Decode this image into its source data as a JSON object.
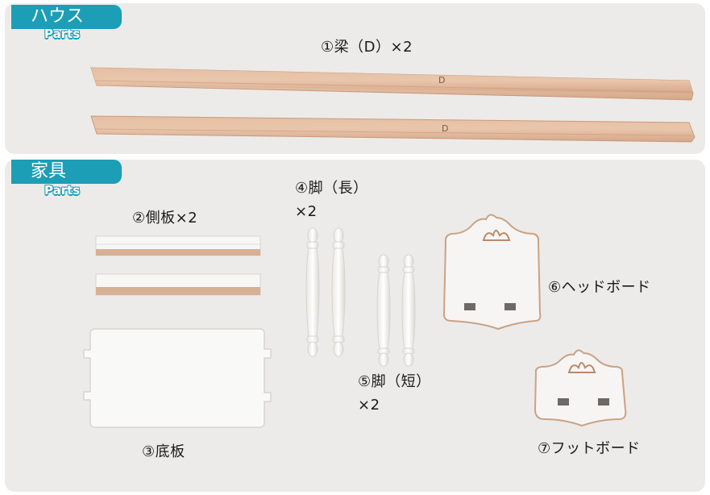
{
  "house": {
    "tab": "ハウス",
    "sub": "Parts",
    "beam_label": "①梁（D）×2",
    "beam_mark": "D"
  },
  "furniture": {
    "tab": "家具",
    "sub": "Parts",
    "side_board": "②側板×2",
    "bottom_board": "③底板",
    "leg_long_1": "④脚（長）",
    "leg_long_2": "×2",
    "leg_short_1": "⑤脚（短）",
    "leg_short_2": "×2",
    "headboard": "⑥ヘッドボード",
    "footboard": "⑦フットボード"
  }
}
